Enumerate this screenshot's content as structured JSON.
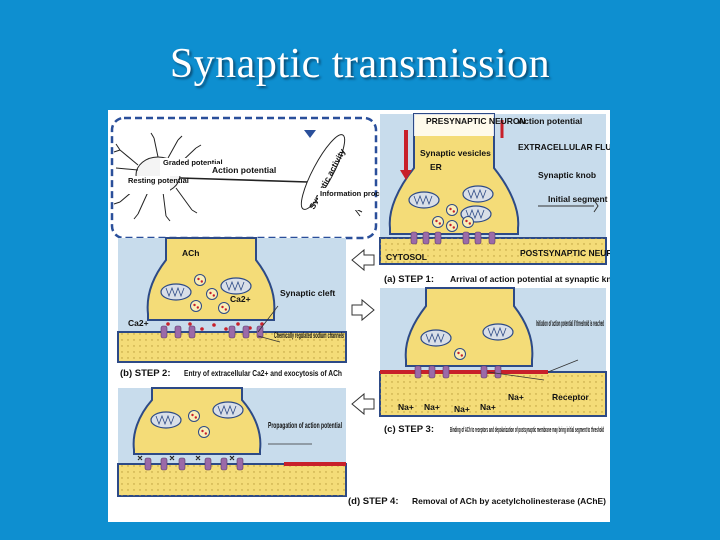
{
  "slide": {
    "title": "Synaptic transmission"
  },
  "overview": {
    "graded_potential": "Graded potential",
    "resting_potential": "Resting potential",
    "action_potential": "Action potential",
    "synaptic_activity": "Synaptic activity",
    "information_processing": "Information processing"
  },
  "panel_a": {
    "presynaptic_neuron": "PRESYNAPTIC NEURON",
    "action_potential": "Action potential",
    "extracellular_fluid": "EXTRACELLULAR FLUID",
    "synaptic_vesicles": "Synaptic vesicles",
    "er": "ER",
    "synaptic_knob": "Synaptic knob",
    "initial_segment": "Initial segment",
    "cytosol": "CYTOSOL",
    "postsynaptic_neuron": "POSTSYNAPTIC NEURON",
    "step_label": "(a) STEP 1:",
    "step_text": "Arrival of action potential at synaptic knob"
  },
  "panel_b": {
    "ach": "ACh",
    "ca2": "Ca2+",
    "synaptic_cleft": "Synaptic cleft",
    "chem_channels": "Chemically regulated sodium channels",
    "step_label": "(b) STEP 2:",
    "step_text": "Entry of extracellular Ca2+ and exocytosis of ACh"
  },
  "panel_c": {
    "initiation": "Initiation of action potential if threshold is reached",
    "na": "Na+",
    "receptor": "Receptor",
    "step_label": "(c) STEP 3:",
    "step_text": "Binding of ACh to receptors and depolarization of postsynaptic membrane may bring initial segment to threshold"
  },
  "panel_d": {
    "propagation": "Propagation of action potential",
    "step_label": "(d) STEP 4:",
    "step_text": "Removal of ACh by acetylcholinesterase (AChE)"
  },
  "colors": {
    "background": "#0e8fd0",
    "cytosol": "#f4dc78",
    "panel_bg": "#c8dcec",
    "membrane": "#2d4a86",
    "action_potential": "#c8202a",
    "receptor": "#9b6aa8",
    "dashed_border": "#2a4f9a"
  }
}
